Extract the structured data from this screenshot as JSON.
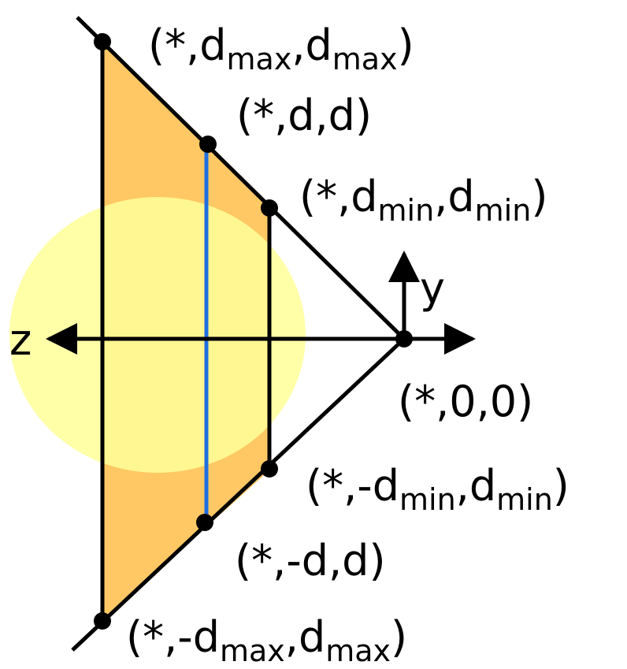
{
  "colors": {
    "frustum_fill": "#FFC864",
    "ellipse_fill": "#FFFF99",
    "line": "#000000",
    "slice_line": "#1F6FE0",
    "background": "#FFFFFF"
  },
  "axes": {
    "z_label": "z",
    "y_label": "y"
  },
  "points": {
    "top_max": {
      "prefix": "(*,d",
      "sub1": "max",
      "mid": ",d",
      "sub2": "max",
      "suffix": ")"
    },
    "top_d": {
      "text": "(*,d,d)"
    },
    "top_min": {
      "prefix": "(*,d",
      "sub1": "min",
      "mid": ",d",
      "sub2": "min",
      "suffix": ")"
    },
    "origin": {
      "text": "(*,0,0)"
    },
    "bottom_min": {
      "prefix": "(*,-d",
      "sub1": "min",
      "mid": ",d",
      "sub2": "min",
      "suffix": ")"
    },
    "bottom_d": {
      "text": "(*,-d,d)"
    },
    "bottom_max": {
      "prefix": "(*,-d",
      "sub1": "max",
      "mid": ",d",
      "sub2": "max",
      "suffix": ")"
    }
  }
}
